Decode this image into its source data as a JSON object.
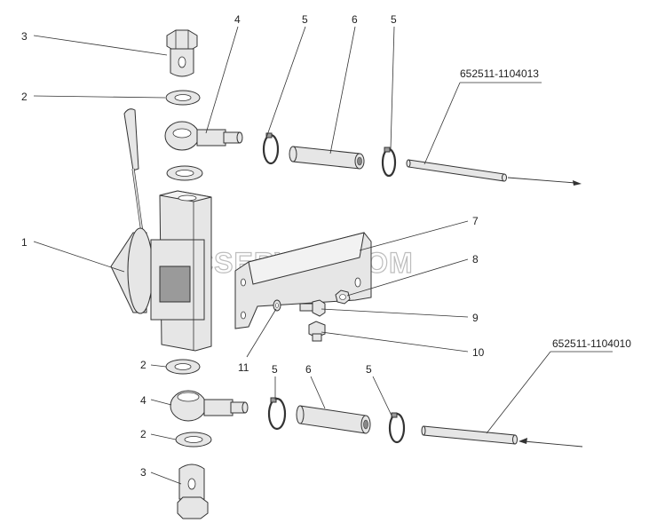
{
  "diagram": {
    "watermark": "SPECSERVER.COM",
    "part_numbers": {
      "upper_pipe": "652511-1104013",
      "lower_pipe": "652511-1104010"
    },
    "callouts": [
      {
        "id": "c3-top",
        "text": "3"
      },
      {
        "id": "c2-top",
        "text": "2"
      },
      {
        "id": "c4-top",
        "text": "4"
      },
      {
        "id": "c5-top-a",
        "text": "5"
      },
      {
        "id": "c6-top",
        "text": "6"
      },
      {
        "id": "c5-top-b",
        "text": "5"
      },
      {
        "id": "c1",
        "text": "1"
      },
      {
        "id": "c7",
        "text": "7"
      },
      {
        "id": "c8",
        "text": "8"
      },
      {
        "id": "c9",
        "text": "9"
      },
      {
        "id": "c10",
        "text": "10"
      },
      {
        "id": "c11",
        "text": "11"
      },
      {
        "id": "c2-mid",
        "text": "2"
      },
      {
        "id": "c4-bot",
        "text": "4"
      },
      {
        "id": "c5-bot-a",
        "text": "5"
      },
      {
        "id": "c6-bot",
        "text": "6"
      },
      {
        "id": "c5-bot-b",
        "text": "5"
      },
      {
        "id": "c2-bot",
        "text": "2"
      },
      {
        "id": "c3-bot",
        "text": "3"
      }
    ]
  }
}
